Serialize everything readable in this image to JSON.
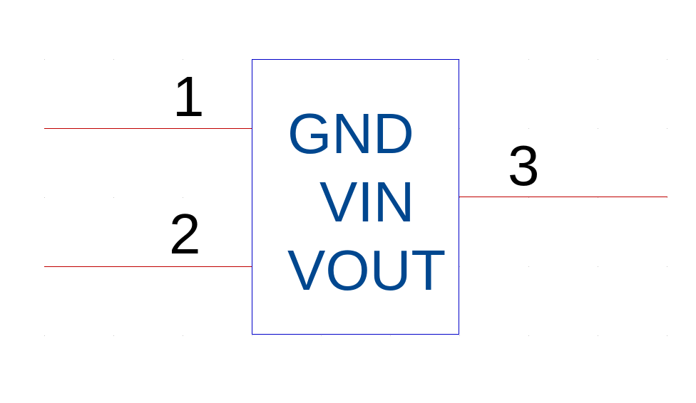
{
  "colors": {
    "body_outline": "#0000c8",
    "body_text": "#00478f",
    "pin_line": "#c00000",
    "pin_number": "#000000",
    "grid_dot": "#c8c8c8",
    "background": "#ffffff"
  },
  "component": {
    "labels": [
      "GND",
      "VIN",
      "VOUT"
    ],
    "pins": [
      {
        "number": "1",
        "side": "left"
      },
      {
        "number": "2",
        "side": "left"
      },
      {
        "number": "3",
        "side": "right"
      }
    ]
  }
}
